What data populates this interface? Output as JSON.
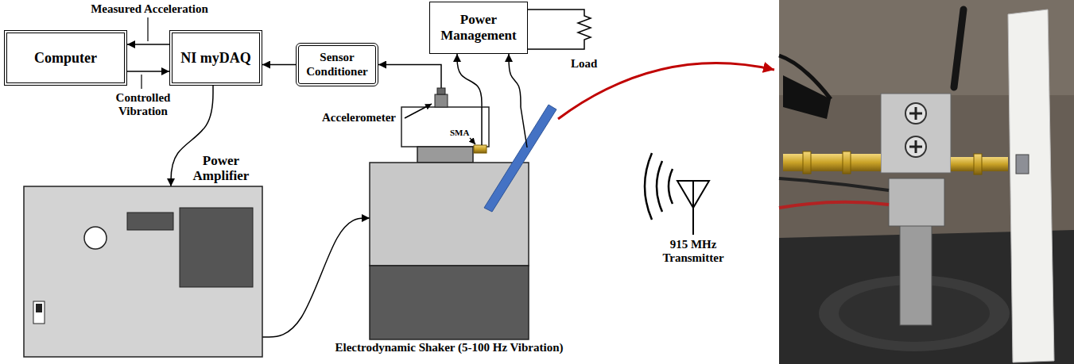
{
  "diagram": {
    "nodes": [
      {
        "text": [
          "Computer"
        ]
      },
      {
        "text": [
          "NI myDAQ"
        ]
      },
      {
        "text": [
          "Sensor Conditioner"
        ]
      },
      {
        "text": [
          "Power Management"
        ]
      },
      {
        "text": [
          "Power Amplifier"
        ]
      },
      {
        "text": [
          "Electrodynamic Shaker (5-100 Hz Vibration)"
        ]
      }
    ],
    "edges": [
      {
        "from": 1,
        "to": 0,
        "arrow": "to",
        "label": "Measured Acceleration"
      },
      {
        "from": 0,
        "to": 1,
        "arrow": "to",
        "label": "Controlled Vibration"
      },
      {
        "from": 2,
        "to": 1,
        "arrow": "to"
      },
      {
        "from": 5,
        "to": 2,
        "arrow": "to"
      },
      {
        "from": 1,
        "to": 4,
        "arrow": "to"
      },
      {
        "from": 4,
        "to": 5,
        "arrow": "to"
      },
      {
        "from": 5,
        "to": 3,
        "arrow": "to"
      },
      {
        "from": 5,
        "to": 3,
        "arrow": "to"
      }
    ],
    "labels": [
      "Accelerometer",
      "SMA",
      "Load",
      "915 MHz Transmitter"
    ]
  }
}
